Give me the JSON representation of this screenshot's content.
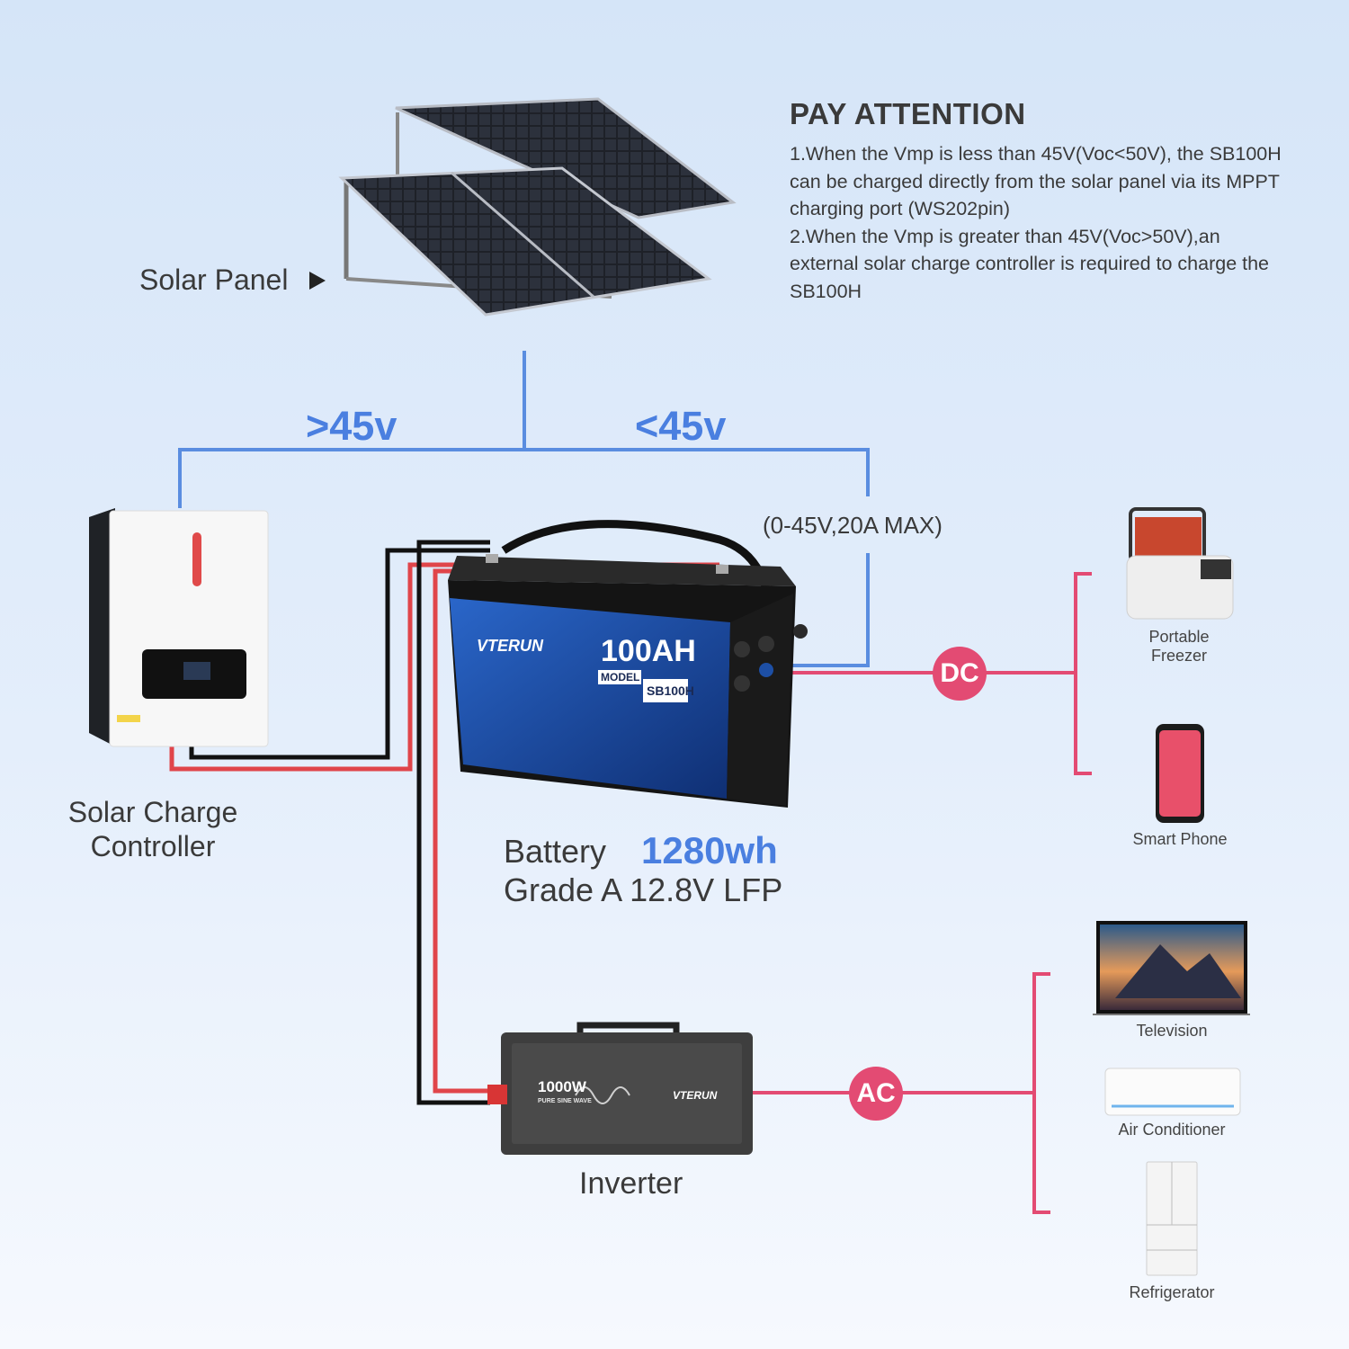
{
  "attention": {
    "title": "PAY ATTENTION",
    "lines": [
      "1.When the Vmp is less than 45V(Voc<50V), the SB100H",
      "can be charged directly from the solar panel via its MPPT",
      "charging port (WS202pin)",
      "2.When the Vmp is greater than 45V(Voc>50V),an",
      "external solar charge controller is required to charge the",
      "SB100H"
    ]
  },
  "labels": {
    "solar_panel": "Solar Panel",
    "over_45": ">45v",
    "under_45": "<45v",
    "input_spec": "(0-45V,20A MAX)",
    "controller_line1": "Solar Charge",
    "controller_line2": "Controller",
    "battery": "Battery",
    "battery_wh": "1280wh",
    "battery_grade": "Grade A 12.8V LFP",
    "inverter": "Inverter",
    "dc": "DC",
    "ac": "AC"
  },
  "battery_face": {
    "brand": "VTERUN",
    "capacity": "100AH",
    "model_label": "MODEL",
    "model": "SB100H"
  },
  "inverter_face": {
    "power": "1000W",
    "wave": "PURE SINE WAVE",
    "brand": "VTERUN"
  },
  "devices": {
    "freezer_line1": "Portable",
    "freezer_line2": "Freezer",
    "phone": "Smart Phone",
    "tv": "Television",
    "ac_unit": "Air Conditioner",
    "fridge": "Refrigerator"
  },
  "colors": {
    "blue_line": "#5a8de0",
    "red_wire": "#e0454a",
    "black_wire": "#111111",
    "pink_line": "#e34b73",
    "accent_text": "#4a7fe0"
  }
}
